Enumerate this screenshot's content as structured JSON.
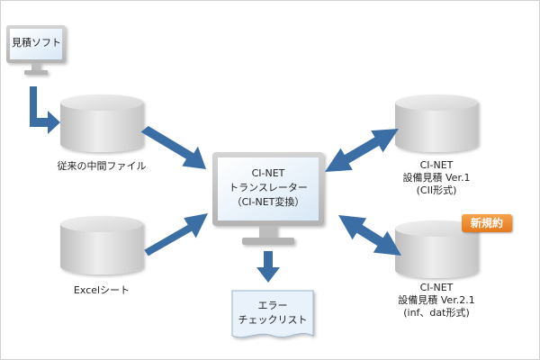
{
  "nodes": {
    "estimate_soft": {
      "label": "見積ソフト"
    },
    "legacy_file": {
      "label": "従来の中間ファイル"
    },
    "excel_sheet": {
      "label": "Excelシート"
    },
    "translator": {
      "line1": "CI-NET",
      "line2": "トランスレーター",
      "line3": "（CI-NET変換）"
    },
    "error_list": {
      "line1": "エラー",
      "line2": "チェックリスト"
    },
    "cinet_v1": {
      "line1": "CI-NET",
      "line2": "設備見積 Ver.1",
      "line3": "(CII形式)"
    },
    "cinet_v21": {
      "line1": "CI-NET",
      "line2": "設備見積 Ver.2.1",
      "line3": "(inf、dat形式)"
    }
  },
  "badge": {
    "label": "新規約",
    "color": "#e98a2e"
  },
  "colors": {
    "arrow": "#3a6ea5",
    "monitor_frame": "#c4c4c4",
    "screen": "#eaf3fb",
    "cylinder": "#d6d6d6"
  }
}
